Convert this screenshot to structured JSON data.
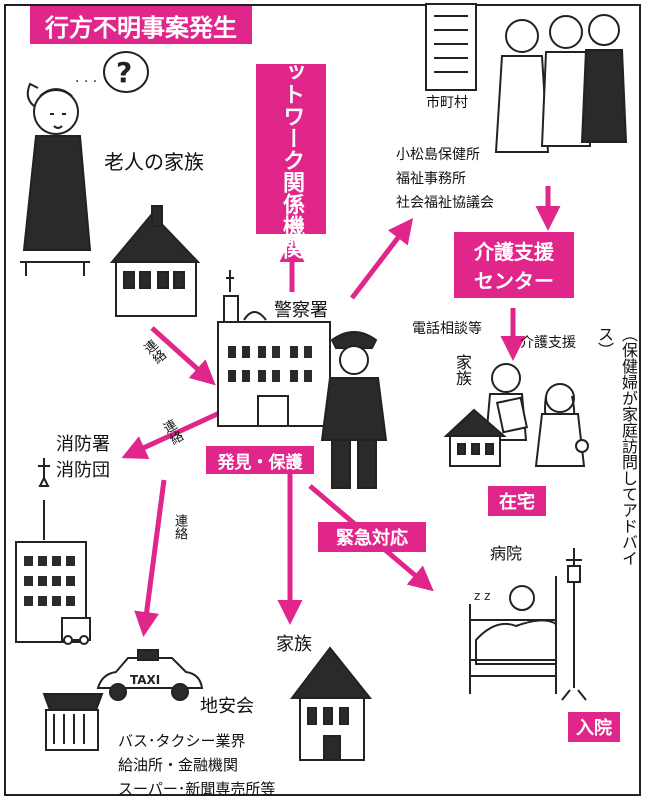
{
  "colors": {
    "accent": "#e0268a",
    "line": "#222222"
  },
  "title": "行方不明事案発生",
  "network_box": "ネットワーク関係機関",
  "municipal": "市町村",
  "health_center": [
    "小松島保健所",
    "福祉事務所",
    "社会福祉協議会"
  ],
  "support_center": {
    "line1": "介護支援",
    "line2": "センター"
  },
  "family_elder": "老人の家族",
  "police": "警察署",
  "phone_consult": "電話相談等",
  "care_support": "介護支援",
  "advice_note": "（保健婦が家庭訪問してアドバイス）",
  "family_home": "家族",
  "at_home": "在宅",
  "contact_labels": {
    "a": "連絡",
    "b": "連絡",
    "c": "連絡"
  },
  "fire_station": [
    "消防署",
    "消防団"
  ],
  "found_protect": "発見・保護",
  "emergency": "緊急対応",
  "hospital": "病院",
  "family_bottom": "家族",
  "hospitalized": "入院",
  "community": "地安会",
  "community_members": [
    "バス･タクシー業界",
    "給油所・金融機関",
    "スーパー･新聞専売所等"
  ],
  "taxi_sign": "TAXI",
  "icons": [
    "question-mark-icon",
    "house-icon",
    "police-station-icon",
    "police-officer-icon",
    "fire-station-icon",
    "taxi-icon",
    "shop-icon",
    "hospital-bed-icon",
    "officials-icon",
    "family-icon"
  ]
}
